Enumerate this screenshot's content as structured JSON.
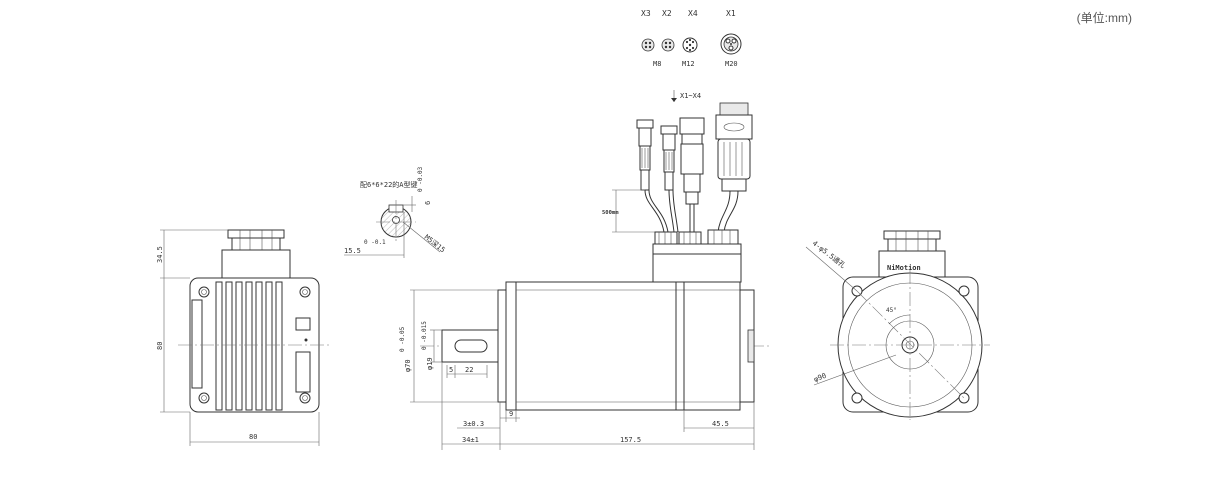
{
  "unit_note": "(单位:mm)",
  "connectors": {
    "labels": [
      "X3",
      "X2",
      "X4",
      "X1"
    ],
    "sizes": [
      "M8",
      "M12",
      "M20"
    ],
    "callout": "X1~X4"
  },
  "cable_length": "500mm",
  "key_note": "配6*6*22的A型键",
  "key_tol": "0\n-0.03",
  "key_width_tol": "6",
  "key_depth": "15.5",
  "key_depth_tol": "0\n-0.1",
  "screw_note": "M5深15",
  "front": {
    "height": "34.5",
    "side": "80",
    "width": "80"
  },
  "side": {
    "pilot_dia": "φ70",
    "pilot_tol": "0\n-0.05",
    "shaft_dia": "φ19",
    "shaft_tol": "0\n-0.015",
    "key_offset": "5",
    "key_length": "22",
    "flange_thk": "9",
    "spigot": "3±0.3",
    "shaft_len": "34±1",
    "body_len": "157.5",
    "encoder_len": "45.5"
  },
  "rear": {
    "holes": "4-φ5.5通孔",
    "angle": "45°",
    "pcd": "φ90",
    "brand": "NiMotion"
  }
}
